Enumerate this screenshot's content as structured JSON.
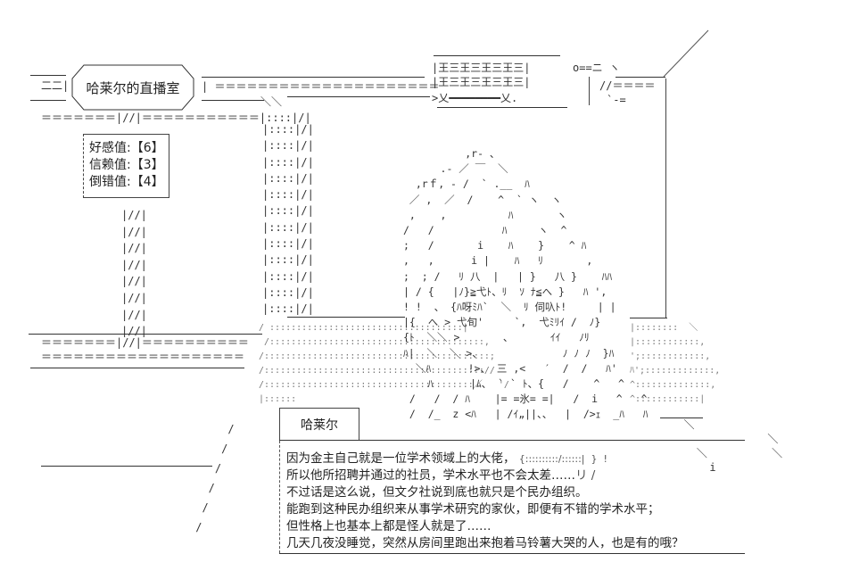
{
  "stream": {
    "title": "哈莱尔的直播室"
  },
  "stats": {
    "rows": [
      {
        "label": "好感值",
        "value": "【6】"
      },
      {
        "label": "信赖值",
        "value": "【3】"
      },
      {
        "label": "倒错值",
        "value": "【4】"
      }
    ]
  },
  "keyboard": {
    "row1": "王三王三王三王三",
    "row2": "王三王三王三王三",
    "bottom": "乂━━━━━━━━乂",
    "cable": "o==ニ ヽ",
    "cable2": "//",
    "cable3": "`-="
  },
  "speaker": {
    "name": "哈莱尔"
  },
  "dialogue": {
    "lines": [
      "因为金主自己就是一位学术领域上的大佬，",
      "所以他所招聘并通过的社员，学术水平也不会太差……",
      "不过话是这么说，但文夕社说到底也就只是个民办组织。",
      "能跑到这种民办组织来从事学术研究的家伙，即便有不错的学术水平；",
      "但性格上也基本上都是怪人就是了……",
      "几天几夜没睡觉，突然从房间里跑出来抱着马铃薯大哭的人，也是有的哦？"
    ],
    "line1_tail": "{::::::::::/::::::|  }  !",
    "line2_tail": "リ /"
  },
  "art": {
    "face_rows": [
      "          ,r‐ 、",
      "      .‐ ／ ￣  ＼",
      "  ,rｆ, ‐ /  ` .__  ﾊ",
      " ／ ,  ／  /    ^  ` ヽ  ヽ",
      " ,    ,          ﾊ       ヽ",
      "/   /           ﾊ     ヽ  ^",
      ";   /       i    ﾊ    }    ^ ﾊ",
      ",   ,      i |    ﾊ   ﾘ       ,",
      ";  ; /   ﾘ 八  |   | }   八 }    ﾊﾊ",
      "| / {   |ﾉ}≧弋ﾄ、ﾘ  ｿ ﾅ≦へ }   ﾊ ',",
      "! !  、 {ﾊ呀ﾐﾊ`  ＼  ﾘ 伺叺ﾄ!     | |",
      "|{  へ > 弋旬'     `,  弋ﾐﾘｲ /  ﾉ}",
      "{ﾄ  ＼＼ >       、      ｲｲ   ﾉﾘ",
      "ﾊ|  ＼  ＼ >、             ﾉ ﾉ ﾉ  }ﾊ",
      "  ＼ﾊ      !>、 三 ,<   ′  /  /   ﾊ'",
      "    ﾊ      |ﾑ、 ` ` ﾄ、{   /    ^   ^",
      " /   /  / ﾊ    |= =氷= =|   /  i   ^   ^",
      " /  /_  z <ﾊ   | /ｲ„||、、  |  />ｪ  _ﾊ   ﾊ"
    ]
  }
}
